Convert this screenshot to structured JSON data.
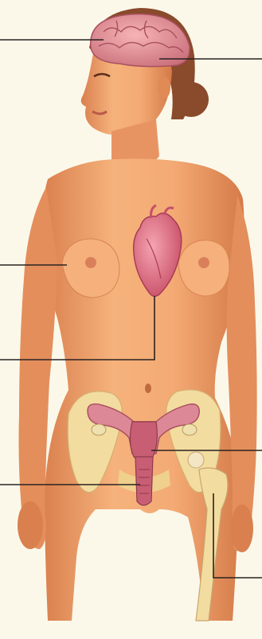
{
  "figure": {
    "subject": "female-anatomy-illustration",
    "callouts": [
      {
        "id": "brain",
        "target": "brain-icon",
        "side": "left"
      },
      {
        "id": "brain-right",
        "target": "brain-icon",
        "side": "right"
      },
      {
        "id": "breast",
        "target": "breast-icon",
        "side": "left"
      },
      {
        "id": "heart",
        "target": "heart-icon",
        "side": "left"
      },
      {
        "id": "uterus",
        "target": "uterus-icon",
        "side": "left"
      },
      {
        "id": "ovary",
        "target": "ovary-icon",
        "side": "right"
      },
      {
        "id": "femur",
        "target": "femur-icon",
        "side": "right"
      }
    ]
  },
  "colors": {
    "background": "#fbf8ea",
    "skin": "#f2a46e",
    "skin_shadow": "#d9804e",
    "hair": "#8a4a2c",
    "brain": "#e8949a",
    "heart": "#e0687e",
    "bone": "#f3dca0",
    "uterus": "#d9788a",
    "leader_line": "#2a2220"
  }
}
